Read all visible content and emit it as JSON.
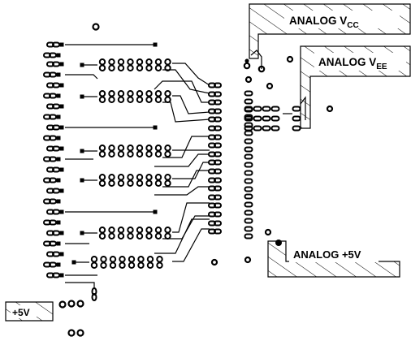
{
  "labels": {
    "analog_vcc": {
      "main": "ANALOG V",
      "sub": "CC"
    },
    "analog_vee": {
      "main": "ANALOG V",
      "sub": "EE"
    },
    "analog_5v": "ANALOG +5V",
    "plus_5v": "+5V"
  },
  "colors": {
    "ink": "#000000",
    "background": "#ffffff"
  }
}
